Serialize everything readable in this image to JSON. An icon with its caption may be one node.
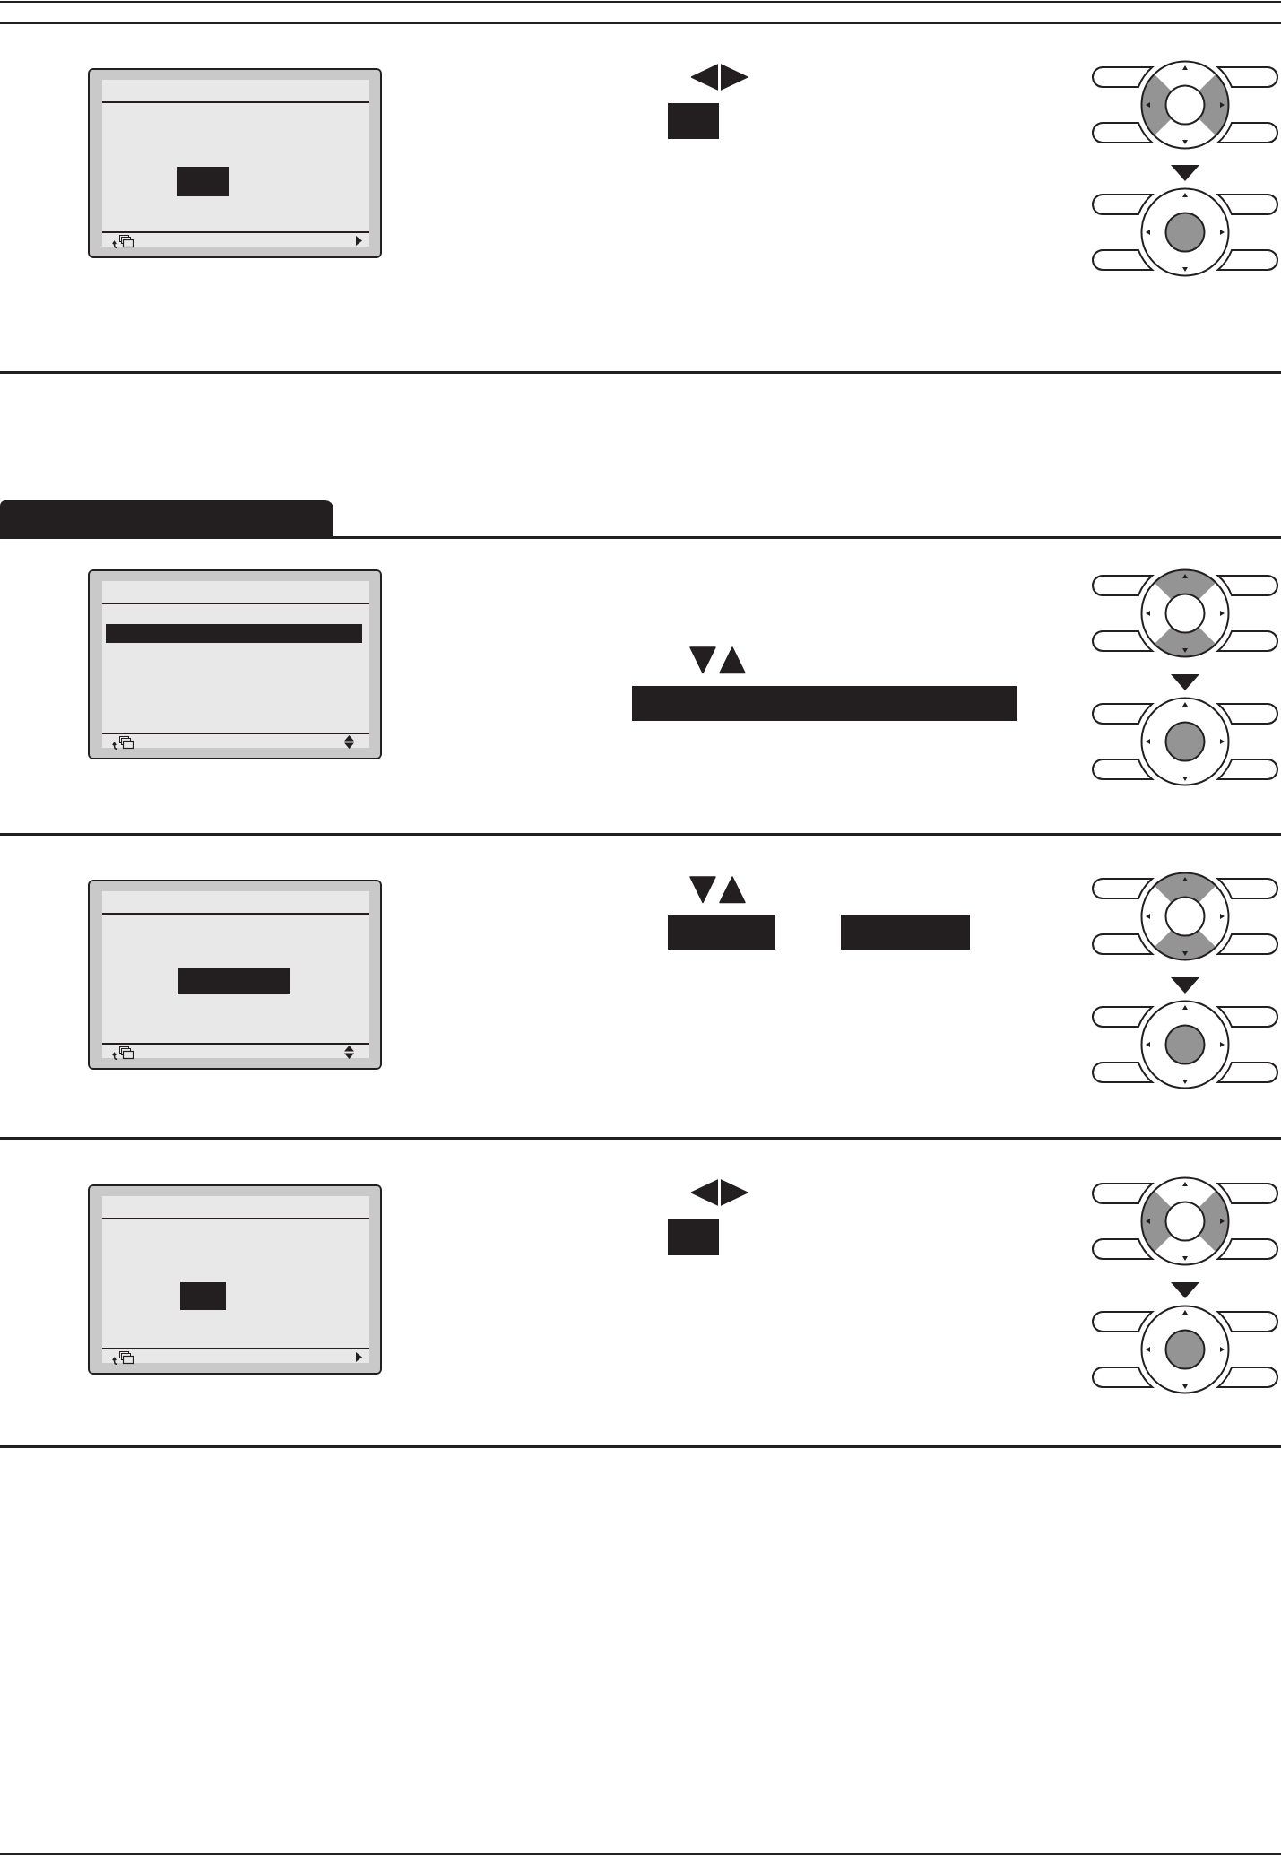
{
  "diagram": {
    "nodes": [
      {
        "text": [],
        "shape": "box"
      },
      {
        "text": [],
        "shape": "picture"
      },
      {
        "text": [],
        "shape": "picture"
      },
      {
        "text": [],
        "shape": "bar"
      },
      {
        "text": [],
        "shape": "box"
      },
      {
        "text": [],
        "shape": "picture"
      },
      {
        "text": [],
        "shape": "picture"
      },
      {
        "text": [],
        "shape": "box"
      },
      {
        "text": [],
        "shape": "box"
      },
      {
        "text": [],
        "shape": "picture"
      },
      {
        "text": [],
        "shape": "picture"
      },
      {
        "text": [],
        "shape": "box"
      },
      {
        "text": [],
        "shape": "picture"
      },
      {
        "text": [],
        "shape": "picture"
      }
    ],
    "edges": [
      {
        "from": 1,
        "to": 2,
        "arrow": "to"
      },
      {
        "from": 5,
        "to": 6,
        "arrow": "to"
      },
      {
        "from": 9,
        "to": 10,
        "arrow": "to"
      },
      {
        "from": 12,
        "to": 13,
        "arrow": "to"
      }
    ]
  }
}
